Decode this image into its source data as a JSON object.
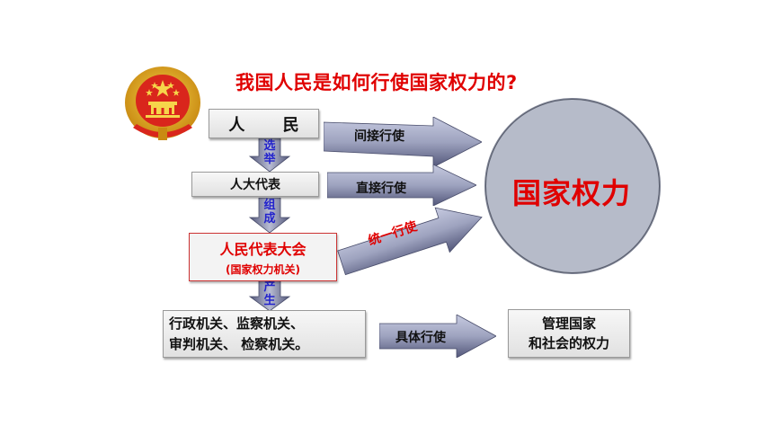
{
  "title": "我国人民是如何行使国家权力的?",
  "boxes": {
    "people": "人 民",
    "npc_deputies": "人大代表",
    "congress_line1": "人民代表大会",
    "congress_line2": "(国家权力机关)",
    "organs_line1": "行政机关、监察机关、",
    "organs_line2": "审判机关、 检察机关。",
    "manage_line1": "管理国家",
    "manage_line2": "和社会的权力"
  },
  "state_power": "国家权力",
  "arrow_labels": {
    "indirect": "间接行使",
    "direct": "直接行使",
    "unified": "统一行使",
    "concrete": "具体行使"
  },
  "down_labels": {
    "elect_1": "选",
    "elect_2": "举",
    "form_1": "组",
    "form_2": "成",
    "produce_1": "产",
    "produce_2": "生"
  },
  "colors": {
    "title_red": "#e00000",
    "arrow_blue_dark": "#53577a",
    "arrow_blue_light": "#c6cae0",
    "circle_fill": "#b6bbc9",
    "label_blue": "#2222cc"
  }
}
